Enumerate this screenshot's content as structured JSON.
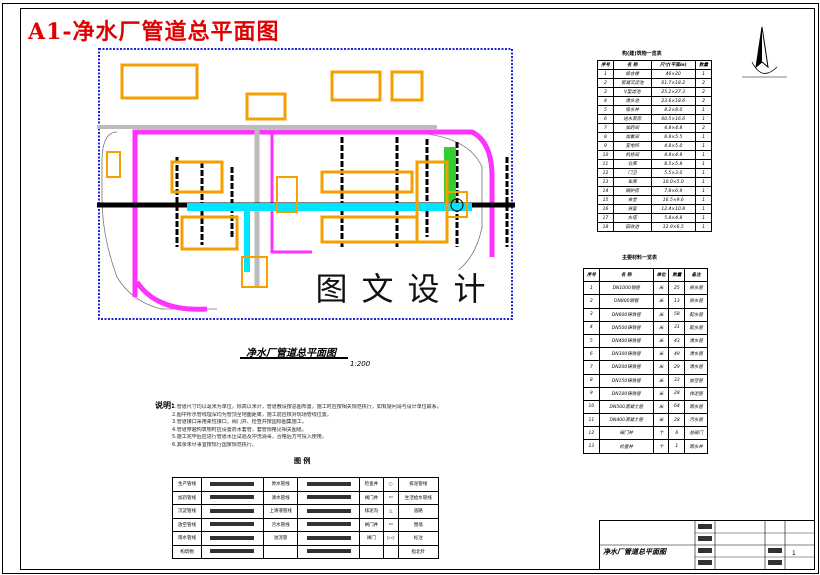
{
  "heading": "A1-净水厂管道总平面图",
  "watermark": "图文设计",
  "plan_caption": "净水厂管道总平面图",
  "scale": "1:200",
  "notes_label": "说明:",
  "notes": [
    "1.管道尺寸均以毫米为单位，标高以米计，管道敷设按总图布置，施工时应按相关规范执行，如有疑问请与设计单位联系。",
    "2.图中所示管线埋深均为管顶至地面距离，施工前应核对现场管线位置。",
    "3.管道接口采用柔性接口，阀门井、检查井按国标图集施工。",
    "4.管道穿越构筑物时应设置防水套管，套管规格见相关图纸。",
    "5.施工完毕后应进行管道水压试验及冲洗消毒，合格后方可投入使用。",
    "6.其余未尽事宜按现行国家规范执行。"
  ],
  "table1": {
    "title": "构(建)筑物一览表",
    "headers": [
      "序号",
      "名 称",
      "尺寸(平面m)",
      "数量"
    ],
    "rows": [
      [
        "1",
        "综合楼",
        "46×20",
        "1"
      ],
      [
        "2",
        "絮凝沉淀池",
        "61.7×18.2",
        "2"
      ],
      [
        "3",
        "V型滤池",
        "25.2×27.3",
        "2"
      ],
      [
        "4",
        "清水池",
        "23.6×18.6",
        "2"
      ],
      [
        "5",
        "吸水井",
        "8.2×8.0",
        "1"
      ],
      [
        "6",
        "送水泵房",
        "60.5×16.6",
        "1"
      ],
      [
        "7",
        "加药间",
        "4.8×4.8",
        "2"
      ],
      [
        "8",
        "加氯间",
        "8.8×5.5",
        "1"
      ],
      [
        "9",
        "变电所",
        "4.8×5.0",
        "1"
      ],
      [
        "10",
        "机修间",
        "4.8×4.8",
        "1"
      ],
      [
        "11",
        "仓库",
        "8.5×5.8",
        "1"
      ],
      [
        "12",
        "门卫",
        "5.5×3.0",
        "1"
      ],
      [
        "13",
        "车库",
        "10.0×5.0",
        "1"
      ],
      [
        "14",
        "锅炉房",
        "7.8×6.9",
        "1"
      ],
      [
        "15",
        "食堂",
        "16.5×9.6",
        "1"
      ],
      [
        "16",
        "浴室",
        "12.4×10.8",
        "1"
      ],
      [
        "17",
        "水塔",
        "5.8×4.8",
        "1"
      ],
      [
        "18",
        "回收池",
        "12.9×6.5",
        "1"
      ]
    ]
  },
  "table2": {
    "title": "主要材料一览表",
    "headers": [
      "序号",
      "名 称",
      "单位",
      "数量",
      "备注"
    ],
    "rows": [
      [
        "1",
        "DN1000钢管",
        "米",
        "25",
        "原水管"
      ],
      [
        "2",
        "DN800钢管",
        "米",
        "13",
        "原水管"
      ],
      [
        "3",
        "DN600铸铁管",
        "米",
        "58",
        "配水管"
      ],
      [
        "4",
        "DN500铸铁管",
        "米",
        "31",
        "配水管"
      ],
      [
        "5",
        "DN400铸铁管",
        "米",
        "43",
        "清水管"
      ],
      [
        "6",
        "DN300铸铁管",
        "米",
        "49",
        "清水管"
      ],
      [
        "7",
        "DN200铸铁管",
        "米",
        "29",
        "清水管"
      ],
      [
        "8",
        "DN150铸铁管",
        "米",
        "33",
        "放空管"
      ],
      [
        "9",
        "DN100铸铁管",
        "米",
        "28",
        "排泥管"
      ],
      [
        "10",
        "DN500混凝土管",
        "米",
        "64",
        "雨水管"
      ],
      [
        "11",
        "DN400混凝土管",
        "米",
        "28",
        "污水管"
      ],
      [
        "12",
        "阀门井",
        "个",
        "6",
        "总阀门"
      ],
      [
        "13",
        "检查井",
        "个",
        "1",
        "雨水井"
      ]
    ]
  },
  "legend": {
    "title": "图 例",
    "rows": [
      [
        "生产管线",
        "",
        "原水管线",
        "",
        "检查井",
        "○",
        "排泥管线"
      ],
      [
        "加药管线",
        "",
        "清水管线",
        "",
        "阀门井",
        "▭",
        "生活给水管线"
      ],
      [
        "沉淀管线",
        "",
        "上清液管线",
        "",
        "排泥沟",
        "△",
        "道路"
      ],
      [
        "放空管线",
        "",
        "污水管线",
        "",
        "闸门井",
        "▭",
        "围墙"
      ],
      [
        "雨水管线",
        "",
        "溢流管",
        "",
        "阀门",
        "▷◁",
        "标注"
      ],
      [
        "构筑物",
        "",
        "",
        "",
        "",
        "",
        "指北针"
      ]
    ]
  },
  "titleblock": {
    "drawing_name": "净水厂管道总平面图",
    "sheet": "1"
  },
  "colors": {
    "buildings": "#f5a000",
    "pipes_pink": "#ff33ff",
    "pipes_cyan": "#00e5ff",
    "pipes_gray": "#bbbbbb",
    "pipes_black": "#000000",
    "pipes_green": "#33cc33",
    "fence_blue": "#2222dd",
    "heading_red": "#e00000"
  }
}
